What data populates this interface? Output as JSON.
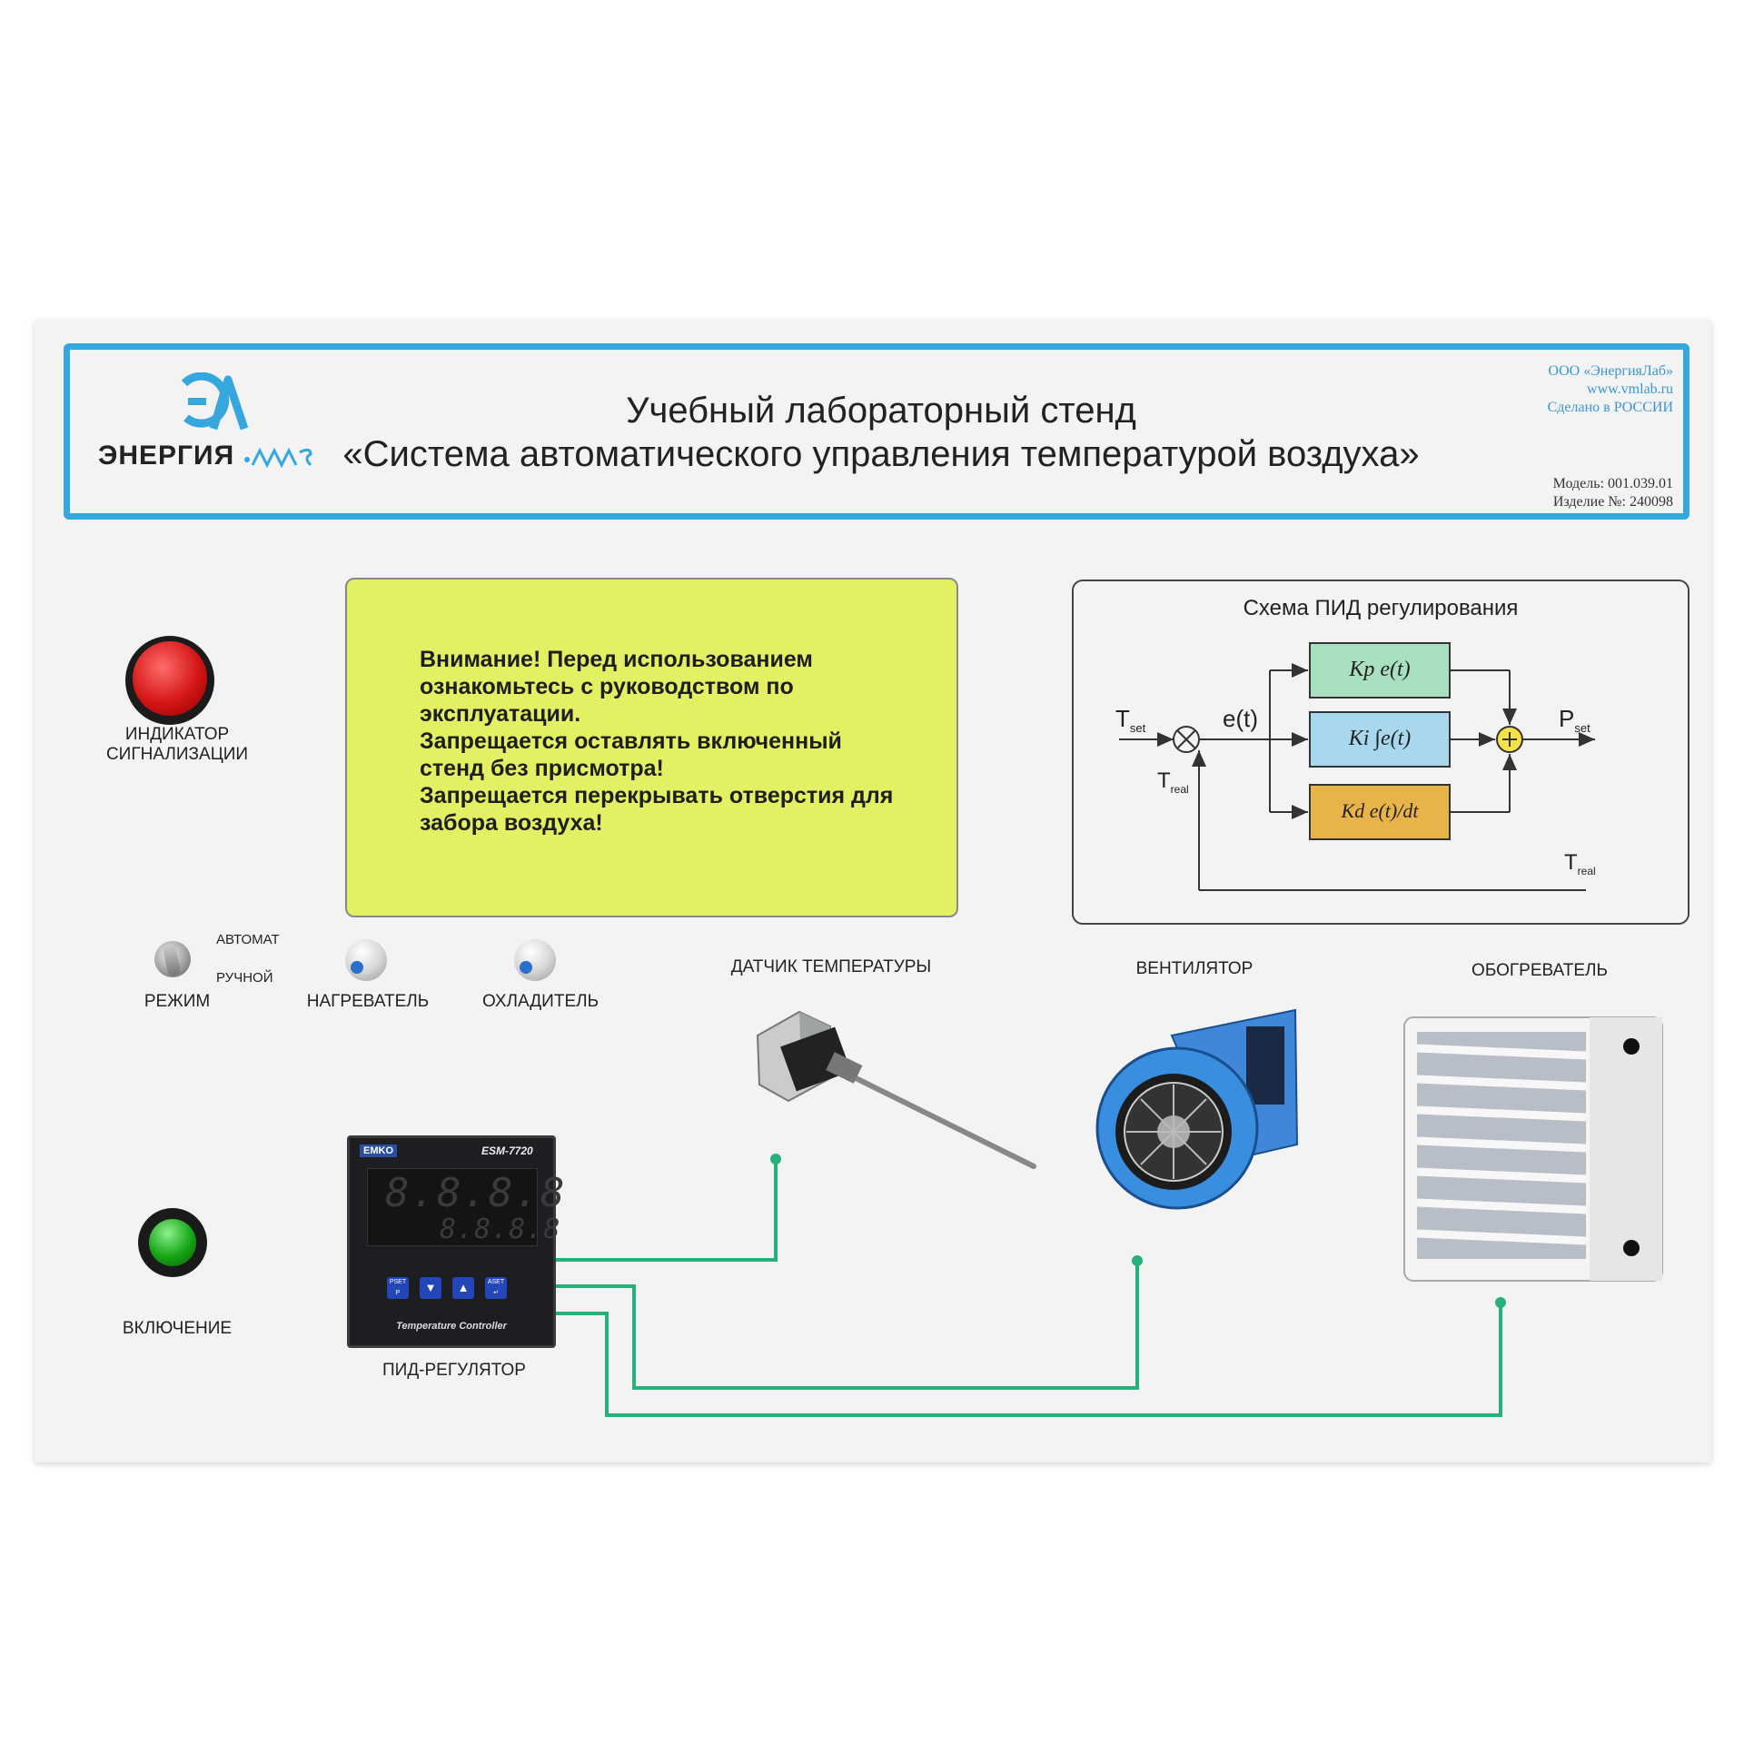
{
  "header": {
    "title_line1": "Учебный лабораторный стенд",
    "title_line2": "«Система автоматического управления температурой воздуха»",
    "logo_text": "ЭНЕРГИЯ",
    "company": [
      "ООО «ЭнергияЛаб»",
      "www.vmlab.ru",
      "Сделано в РОССИИ"
    ],
    "model": "Модель: 001.039.01",
    "serial": "Изделие №: 240098"
  },
  "warning": {
    "lines": [
      "Внимание! Перед использованием",
      "ознакомьтесь с руководством по",
      "эксплуатации.",
      "Запрещается оставлять включенный",
      "стенд без присмотра!",
      "Запрещается перекрывать отверстия для",
      "забора воздуха!"
    ]
  },
  "pid": {
    "title": "Схема ПИД регулирования",
    "t_set": "T",
    "t_set_sub": "set",
    "t_real": "T",
    "t_real_sub": "real",
    "error": "e(t)",
    "p_set": "P",
    "p_set_sub": "set",
    "kp_block": "Kp e(t)",
    "ki_block": "Ki ∫e(t)",
    "kd_block": "Kd e(t)/dt"
  },
  "controls": {
    "alarm_line1": "ИНДИКАТОР",
    "alarm_line2": "СИГНАЛИЗАЦИИ",
    "mode_auto": "АВТОМАТ",
    "mode_manual": "РУЧНОЙ",
    "mode": "РЕЖИМ",
    "heater_knob": "НАГРЕВАТЕЛЬ",
    "cooler_knob": "ОХЛАДИТЕЛЬ",
    "power": "ВКЛЮЧЕНИЕ",
    "pid_controller": "ПИД-РЕГУЛЯТОР"
  },
  "devices": {
    "sensor": "ДАТЧИК ТЕМПЕРАТУРЫ",
    "fan": "ВЕНТИЛЯТОР",
    "heater": "ОБОГРЕВАТЕЛЬ"
  },
  "controller": {
    "brand": "EMKO",
    "model": "ESM-7720",
    "display_top": "8.8.8.8",
    "display_bottom": "8.8.8.8",
    "footer": "Temperature Controller",
    "buttons": [
      "PSET P",
      "▼",
      "▲",
      "ASET ↵"
    ]
  },
  "colors": {
    "frame_blue": "#35a7dc",
    "warning_yellow": "#e3f063",
    "wire_green": "#27b07a",
    "kp_green": "#a8e0c0",
    "ki_blue": "#a8d8f0",
    "kd_orange": "#e8b44a"
  }
}
